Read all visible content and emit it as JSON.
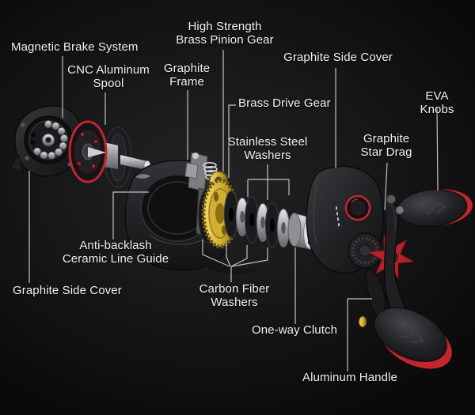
{
  "diagram": {
    "type": "exploded-parts-diagram",
    "subject": "baitcasting fishing reel",
    "labels": {
      "magnetic_brake_system": "Magnetic Brake System",
      "cnc_aluminum_spool": "CNC Aluminum\nSpool",
      "graphite_frame": "Graphite\nFrame",
      "brass_pinion_gear": "High Strength\nBrass Pinion Gear",
      "graphite_side_cover_top": "Graphite Side Cover",
      "brass_drive_gear": "Brass Drive Gear",
      "eva_knobs": "EVA Knobs",
      "stainless_steel_washers": "Stainless Steel\nWashers",
      "graphite_star_drag": "Graphite\nStar Drag",
      "anti_backlash_line_guide": "Anti-backlash\nCeramic Line Guide",
      "graphite_side_cover_bottom": "Graphite Side Cover",
      "carbon_fiber_washers": "Carbon Fiber\nWashers",
      "one_way_clutch": "One-way Clutch",
      "aluminum_handle": "Aluminum Handle"
    },
    "colors": {
      "background": "#141414",
      "label_text": "#f1f1f1",
      "leader_line": "#c2c2c2",
      "accent_red": "#c1252e",
      "brass": "#d0aa30",
      "silver": "#a3a3a8"
    }
  }
}
